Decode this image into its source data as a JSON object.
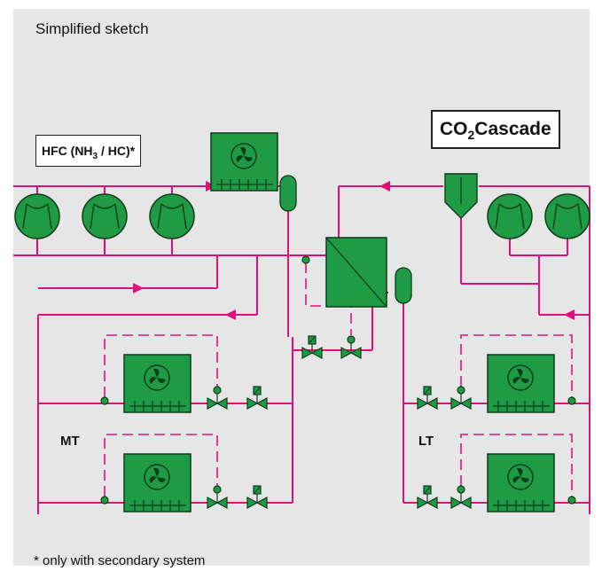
{
  "sketch_note": "Simplified sketch",
  "hfc_label": {
    "text": "HFC (NH",
    "sub": "3",
    "rest": " / HC)*"
  },
  "co2_label": {
    "prefix": "CO",
    "sub": "2",
    "rest": "Cascade"
  },
  "mt_label": "MT",
  "lt_label": "LT",
  "footnote": "* only with secondary system",
  "colors": {
    "background": "#e6e6e6",
    "pipe": "#e0107a",
    "component_fill": "#1f9b45",
    "component_stroke": "#0c3d1b",
    "dashed_line": "#e0107a"
  },
  "icons": [
    "compressor-icon",
    "fan-icon",
    "expansion-valve-icon",
    "solenoid-valve-icon",
    "receiver-icon",
    "heat-exchanger-icon",
    "separator-icon"
  ]
}
